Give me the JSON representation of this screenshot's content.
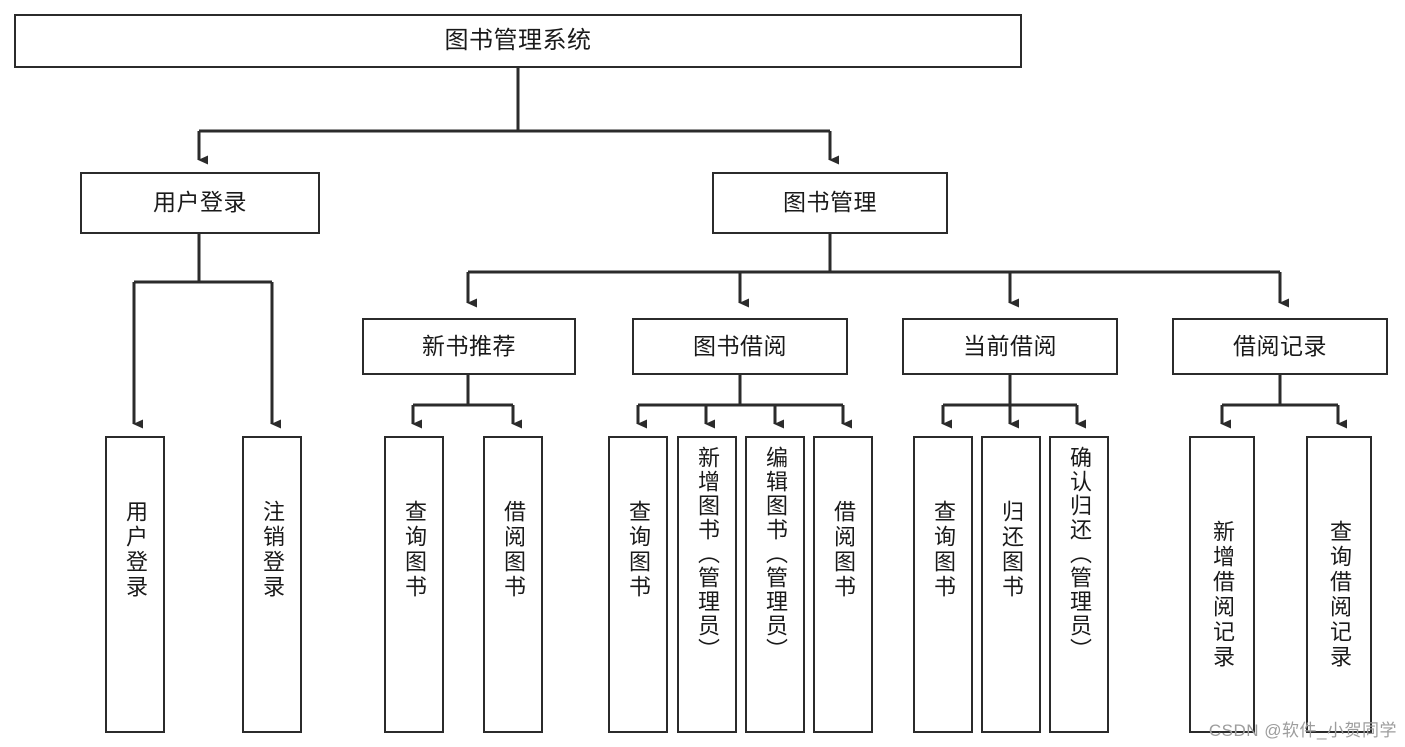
{
  "diagram": {
    "title": "图书管理系统",
    "type": "tree",
    "colors": {
      "border": "#2b2b2b",
      "background": "#ffffff",
      "text": "#1a1a1a",
      "watermark": "#9d9d9d"
    },
    "nodes": {
      "root": {
        "label": "图书管理系统",
        "level": 1
      },
      "l2": [
        {
          "id": "user-login",
          "label": "用户登录",
          "level": 2
        },
        {
          "id": "book-manage",
          "label": "图书管理",
          "level": 2
        }
      ],
      "l3": [
        {
          "id": "new-book-rec",
          "label": "新书推荐",
          "level": 3,
          "parent": "book-manage"
        },
        {
          "id": "book-borrow",
          "label": "图书借阅",
          "level": 3,
          "parent": "book-manage"
        },
        {
          "id": "current-borrow",
          "label": "当前借阅",
          "level": 3,
          "parent": "book-manage"
        },
        {
          "id": "borrow-record",
          "label": "借阅记录",
          "level": 3,
          "parent": "book-manage"
        }
      ],
      "leaves": [
        {
          "id": "leaf-user-login",
          "label": "用户登录",
          "parent": "user-login"
        },
        {
          "id": "leaf-logout",
          "label": "注销登录",
          "parent": "user-login"
        },
        {
          "id": "leaf-query-book-1",
          "label": "查询图书",
          "parent": "new-book-rec"
        },
        {
          "id": "leaf-borrow-book-1",
          "label": "借阅图书",
          "parent": "new-book-rec"
        },
        {
          "id": "leaf-query-book-2",
          "label": "查询图书",
          "parent": "book-borrow"
        },
        {
          "id": "leaf-add-book",
          "label": "新增图书（管理员）",
          "parent": "book-borrow"
        },
        {
          "id": "leaf-edit-book",
          "label": "编辑图书（管理员）",
          "parent": "book-borrow"
        },
        {
          "id": "leaf-borrow-book-2",
          "label": "借阅图书",
          "parent": "book-borrow"
        },
        {
          "id": "leaf-query-book-3",
          "label": "查询图书",
          "parent": "current-borrow"
        },
        {
          "id": "leaf-return-book",
          "label": "归还图书",
          "parent": "current-borrow"
        },
        {
          "id": "leaf-confirm-return",
          "label": "确认归还（管理员）",
          "parent": "current-borrow"
        },
        {
          "id": "leaf-add-record",
          "label": "新增借阅记录",
          "parent": "borrow-record"
        },
        {
          "id": "leaf-query-record",
          "label": "查询借阅记录",
          "parent": "borrow-record"
        }
      ]
    },
    "watermark": "CSDN @软件_小贺同学"
  }
}
